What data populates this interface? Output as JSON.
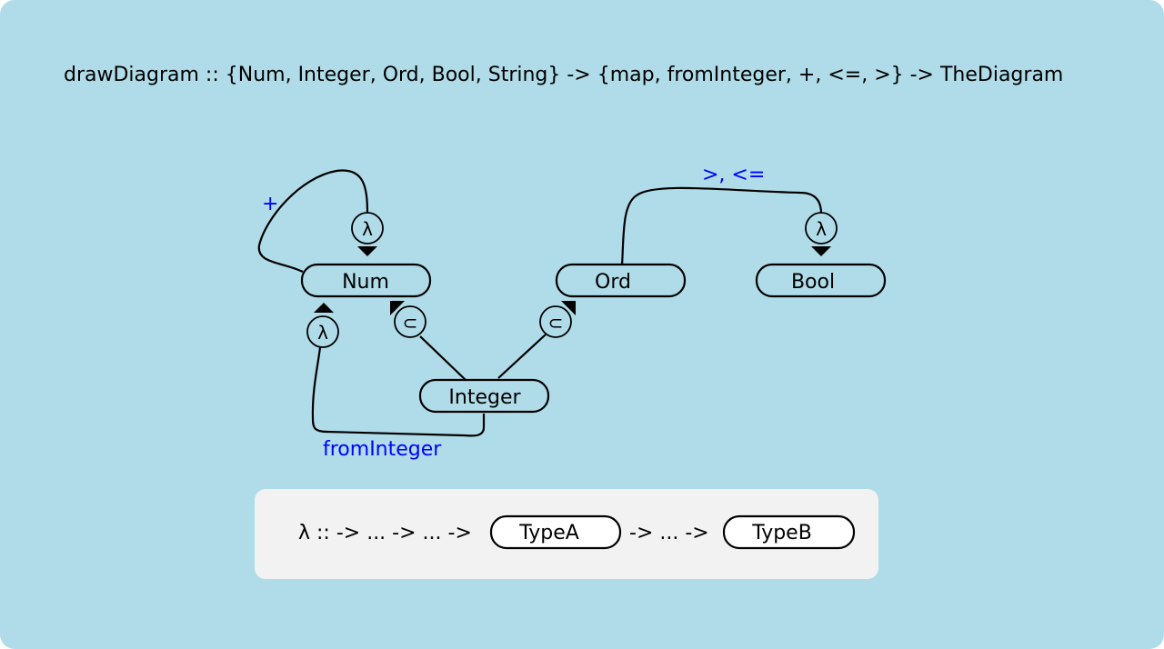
{
  "title": "drawDiagram :: {Num, Integer, Ord, Bool, String} -> {map, fromInteger, +, <=, >} -> TheDiagram",
  "nodes": {
    "num": "Num",
    "ord": "Ord",
    "bool": "Bool",
    "integer": "Integer"
  },
  "markers": {
    "lambda": "λ",
    "subset": "⊂"
  },
  "edge_labels": {
    "plus": "+",
    "compare": ">, <=",
    "from_integer": "fromInteger"
  },
  "legend": {
    "prefix": "λ :: -> ... -> ... ->",
    "type_a": "TypeA",
    "middle": "-> ... ->",
    "type_b": "TypeB"
  },
  "colors": {
    "background": "#afdce8",
    "label": "#0000ff",
    "legend_bg": "#f2f2f2"
  }
}
